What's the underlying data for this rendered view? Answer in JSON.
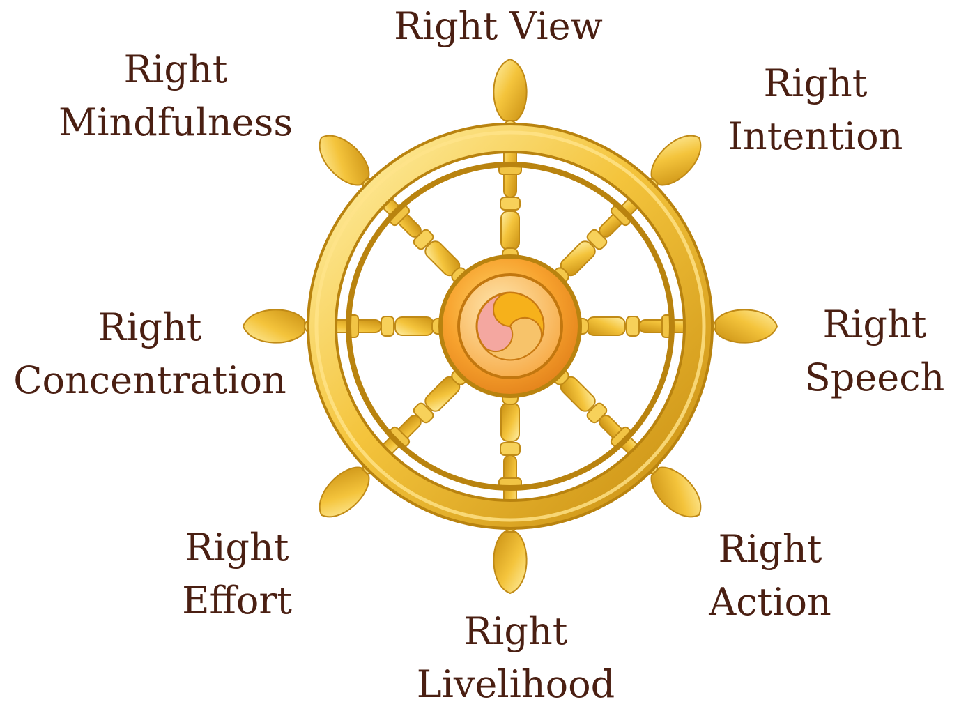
{
  "diagram": {
    "colors": {
      "text": "#4a1f12",
      "gold_light": "#ffe38a",
      "gold": "#f2bf35",
      "gold_dark": "#b9830f",
      "hub_orange": "#f59a2c",
      "symbol_pink": "#f4a7a0",
      "symbol_gold": "#f6b11b"
    },
    "center_icon": "three-swirl-gankyil-icon",
    "labels": {
      "view": "Right View",
      "intention": [
        "Right",
        "Intention"
      ],
      "speech": [
        "Right",
        "Speech"
      ],
      "action": [
        "Right",
        "Action"
      ],
      "livelihood": [
        "Right",
        "Livelihood"
      ],
      "effort": [
        "Right",
        "Effort"
      ],
      "concentration": [
        "Right",
        "Concentration"
      ],
      "mindfulness": [
        "Right",
        "Mindfulness"
      ]
    }
  }
}
